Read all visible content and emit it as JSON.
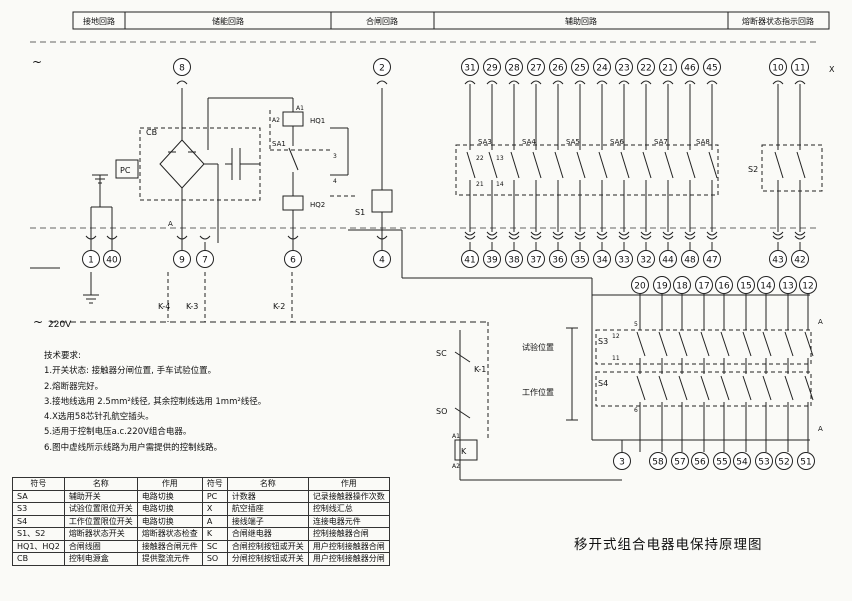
{
  "header_sections": [
    "接地回路",
    "储能回路",
    "合闸回路",
    "辅助回路",
    "熔断器状态指示回路"
  ],
  "supply_labels": {
    "ac_symbol": "~",
    "ac_220v": "220V"
  },
  "terminals": {
    "top_row": [
      "8",
      "2",
      "31",
      "29",
      "28",
      "27",
      "26",
      "25",
      "24",
      "23",
      "22",
      "21",
      "46",
      "45",
      "10",
      "11"
    ],
    "bottom_row": [
      "1",
      "40",
      "9",
      "7",
      "6",
      "4",
      "41",
      "39",
      "38",
      "37",
      "36",
      "35",
      "34",
      "33",
      "32",
      "44",
      "48",
      "47",
      "43",
      "42"
    ],
    "right_top_row": [
      "20",
      "19",
      "18",
      "17",
      "16",
      "15",
      "14",
      "13",
      "12"
    ],
    "right_bottom_row": [
      "58",
      "57",
      "56",
      "55",
      "54",
      "53",
      "52",
      "51"
    ],
    "right_bottom_center": "3"
  },
  "component_labels": {
    "CB": "CB",
    "PC": "PC",
    "HQ1": "HQ1",
    "HQ2": "HQ2",
    "SA1": "SA1",
    "SA3": "SA3",
    "SA4": "SA4",
    "SA5": "SA5",
    "SA6": "SA6",
    "SA7": "SA7",
    "SA8": "SA8",
    "S1": "S1",
    "S2": "S2",
    "S3": "S3",
    "S4": "S4",
    "K1": "K-1",
    "K2": "K-2",
    "K3": "K-3",
    "K4": "K-4",
    "SC": "SC",
    "SO": "SO",
    "K": "K",
    "A1": "A1",
    "A2": "A2",
    "A": "A",
    "X": "X",
    "test_position": "试验位置",
    "work_position": "工作位置"
  },
  "contact_numbers": {
    "c22": "22",
    "c21": "21",
    "c13": "13",
    "c14": "14",
    "c12": "12",
    "c11": "11",
    "c3": "3",
    "c4": "4",
    "c5": "5",
    "c6": "6"
  },
  "notes": {
    "heading": "技术要求:",
    "items": [
      "1.开关状态: 接触器分闸位置, 手车试验位置。",
      "2.熔断器完好。",
      "3.接地线选用 2.5mm²线径, 其余控制线选用 1mm²线径。",
      "4.X选用58芯针孔航空插头。",
      "5.适用于控制电压a.c.220V组合电器。",
      "6.图中虚线所示线路为用户需提供的控制线路。"
    ]
  },
  "legend": {
    "headers": [
      "符号",
      "名称",
      "作用",
      "符号",
      "名称",
      "作用"
    ],
    "rows": [
      [
        "SA",
        "辅助开关",
        "电路切换",
        "PC",
        "计数器",
        "记录接触器操作次数"
      ],
      [
        "S3",
        "试验位置限位开关",
        "电路切换",
        "X",
        "航空插座",
        "控制线汇总"
      ],
      [
        "S4",
        "工作位置限位开关",
        "电路切换",
        "A",
        "接线端子",
        "连接电器元件"
      ],
      [
        "S1、S2",
        "熔断器状态开关",
        "熔断器状态检查",
        "K",
        "合闸继电器",
        "控制接触器合闸"
      ],
      [
        "HQ1、HQ2",
        "合闸线圈",
        "接触器合闸元件",
        "SC",
        "合闸控制按钮或开关",
        "用户控制接触器合闸"
      ],
      [
        "CB",
        "控制电源盒",
        "提供整流元件",
        "SO",
        "分闸控制按钮或开关",
        "用户控制接触器分闸"
      ]
    ]
  },
  "title": "移开式组合电器电保持原理图"
}
